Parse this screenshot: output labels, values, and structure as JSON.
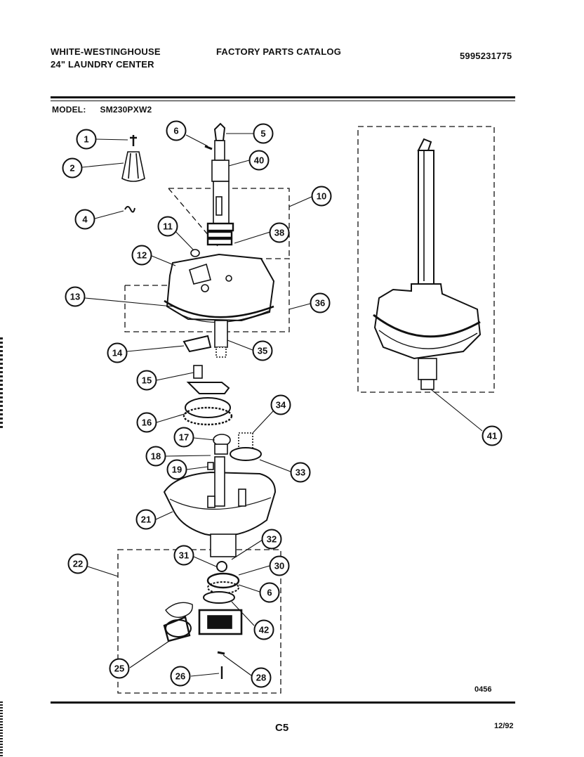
{
  "header": {
    "brand_line1": "WHITE-WESTINGHOUSE",
    "brand_line2": "24\" LAUNDRY CENTER",
    "catalog_title": "FACTORY PARTS CATALOG",
    "catalog_number": "5995231775",
    "model_label": "MODEL:",
    "model_value": "SM230PXW2"
  },
  "footer": {
    "page_code": "C5",
    "date_code": "12/92",
    "reference_code": "0456"
  },
  "callouts": [
    "1",
    "2",
    "4",
    "5",
    "6",
    "40",
    "10",
    "11",
    "38",
    "12",
    "13",
    "36",
    "14",
    "35",
    "15",
    "16",
    "34",
    "17",
    "18",
    "19",
    "33",
    "21",
    "32",
    "31",
    "30",
    "22",
    "6",
    "42",
    "25",
    "26",
    "28",
    "41"
  ]
}
